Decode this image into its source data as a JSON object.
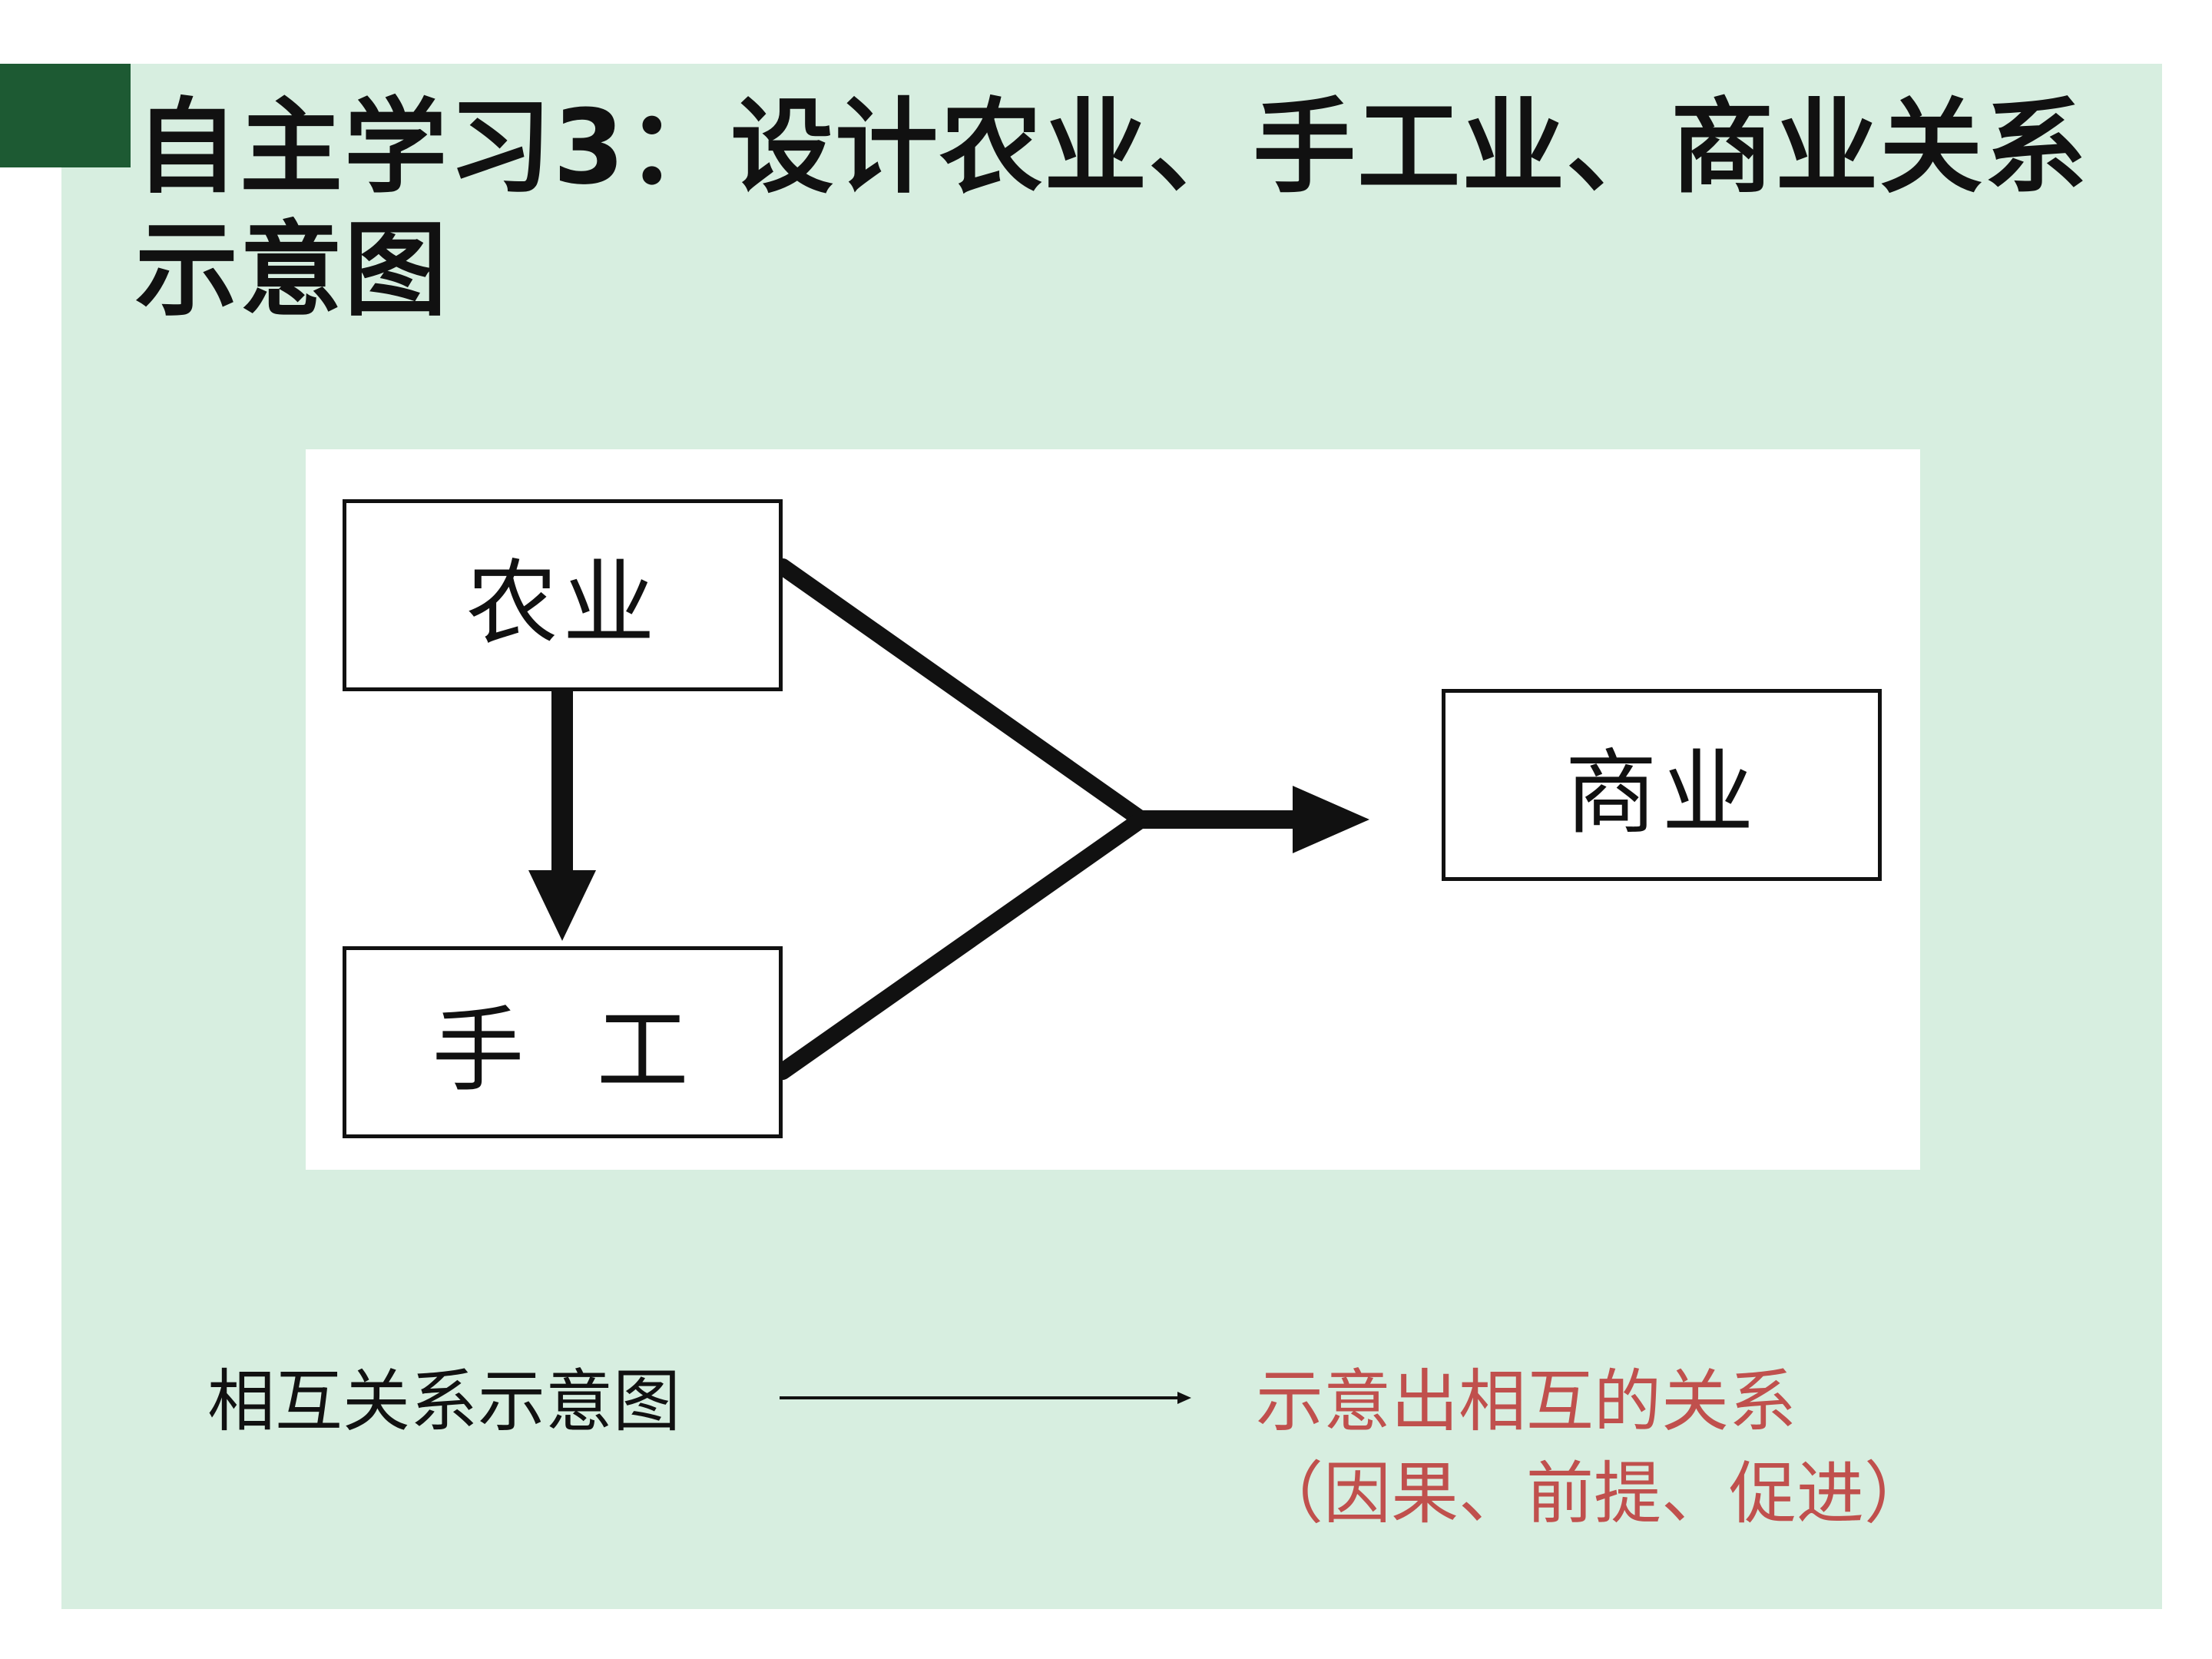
{
  "slide": {
    "title": "自主学习3：设计农业、手工业、商业关系示意图"
  },
  "diagram": {
    "nodes": {
      "agriculture": "农业",
      "handicraft": "手  工",
      "commerce": "商业"
    }
  },
  "caption": {
    "left_text": "相互关系示意图",
    "right_line1": "示意出相互的关系",
    "right_line2": "（因果、前提、促进）"
  },
  "colors": {
    "panel_background": "#d7eee0",
    "accent_block": "#1d5a33",
    "explanation_text": "#c0504d"
  }
}
